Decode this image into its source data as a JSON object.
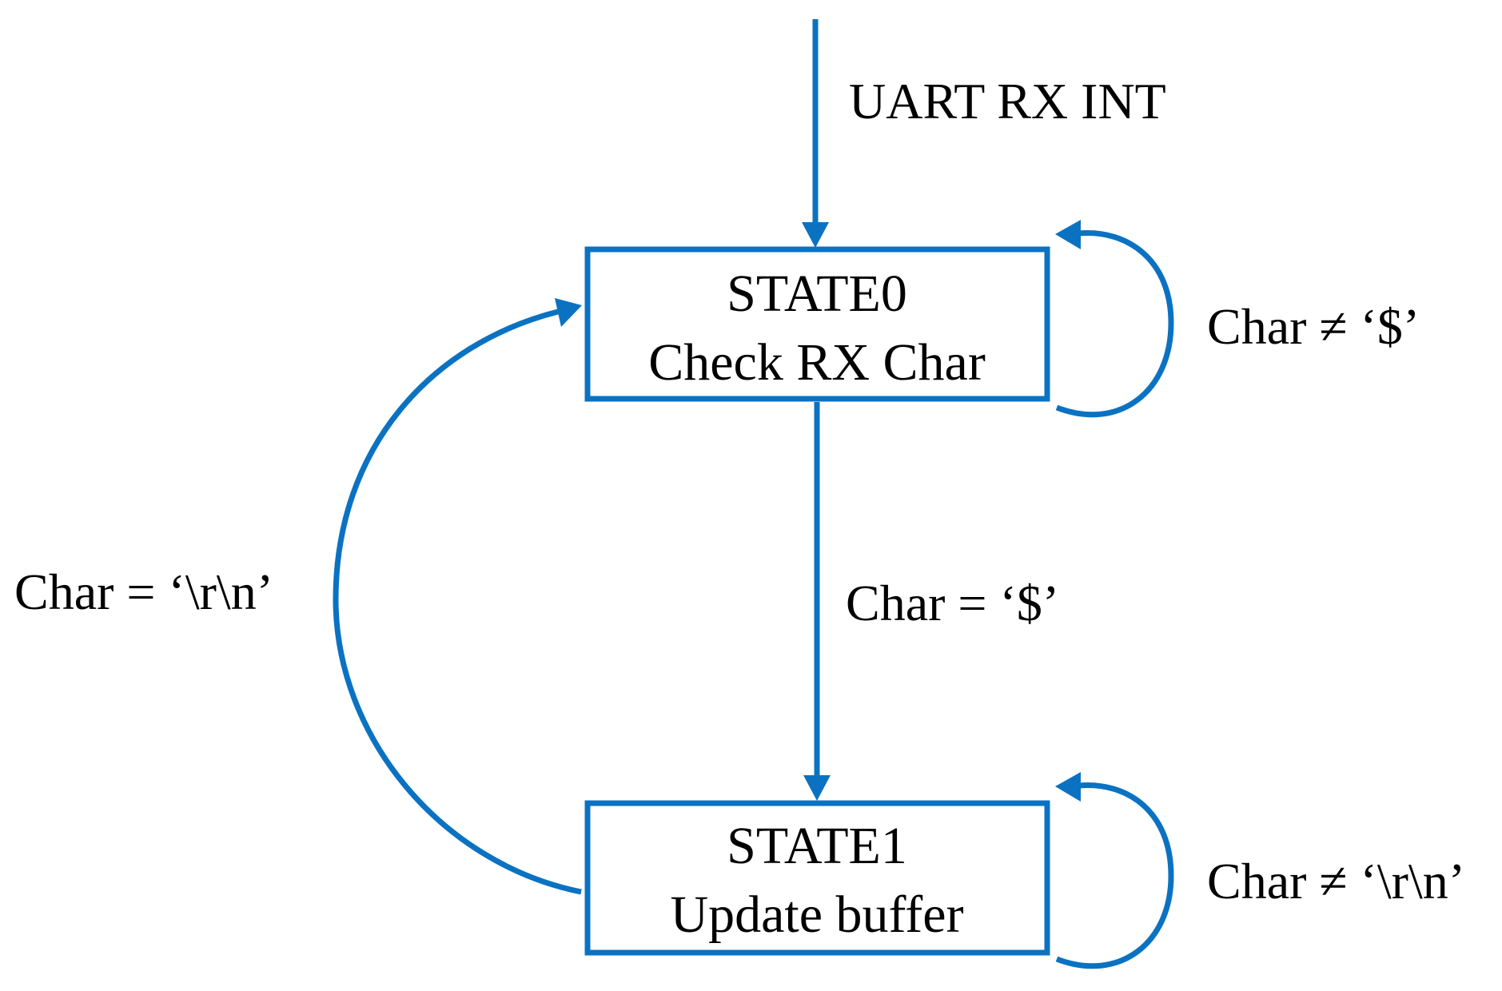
{
  "colors": {
    "accent": "#0b72c2",
    "text": "#000000",
    "background": "#ffffff"
  },
  "entry": {
    "label": "UART RX INT"
  },
  "states": [
    {
      "id": "STATE0",
      "title": "STATE0",
      "subtitle": "Check RX Char"
    },
    {
      "id": "STATE1",
      "title": "STATE1",
      "subtitle": "Update buffer"
    }
  ],
  "transitions": [
    {
      "from": "STATE0",
      "to": "STATE0",
      "label": "Char ≠ ‘$’"
    },
    {
      "from": "STATE0",
      "to": "STATE1",
      "label": "Char = ‘$’"
    },
    {
      "from": "STATE1",
      "to": "STATE0",
      "label": "Char = ‘\\r\\n’"
    },
    {
      "from": "STATE1",
      "to": "STATE1",
      "label": "Char ≠ ‘\\r\\n’"
    }
  ]
}
